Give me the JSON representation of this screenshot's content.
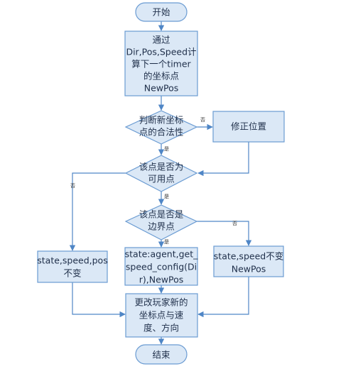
{
  "nodes": {
    "start": [
      "开始"
    ],
    "compute": [
      "通过",
      "Dir,Pos,Speed计",
      "算下一个timer",
      "的坐标点",
      "NewPos"
    ],
    "check_valid": [
      "判断新坐标",
      "点的合法性"
    ],
    "fix_pos": [
      "修正位置"
    ],
    "check_usable": [
      "该点是否为",
      "可用点"
    ],
    "check_border": [
      "该点是否是",
      "边界点"
    ],
    "keep_all": [
      "state,speed,pos",
      "不变"
    ],
    "get_speed": [
      "state:agent,get_",
      "speed_config(Di",
      "r),NewPos"
    ],
    "keep_state": [
      "state,speed不变",
      "NewPos"
    ],
    "update": [
      "更改玩家新的",
      "坐标点与速",
      "度、方向"
    ],
    "end": [
      "结束"
    ]
  },
  "edge_labels": {
    "valid_no": "否",
    "valid_yes": "是",
    "usable_no": "否",
    "usable_yes": "是",
    "border_no": "否",
    "border_yes": "是"
  }
}
